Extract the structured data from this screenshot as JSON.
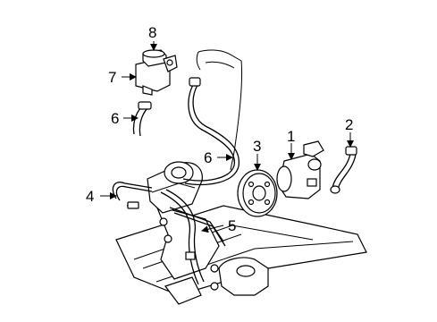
{
  "diagram": {
    "callouts": [
      {
        "id": "1",
        "label": "1"
      },
      {
        "id": "2",
        "label": "2"
      },
      {
        "id": "3",
        "label": "3"
      },
      {
        "id": "4",
        "label": "4"
      },
      {
        "id": "5",
        "label": "5"
      },
      {
        "id": "6a",
        "label": "6"
      },
      {
        "id": "6b",
        "label": "6"
      },
      {
        "id": "7",
        "label": "7"
      },
      {
        "id": "8",
        "label": "8"
      }
    ]
  }
}
